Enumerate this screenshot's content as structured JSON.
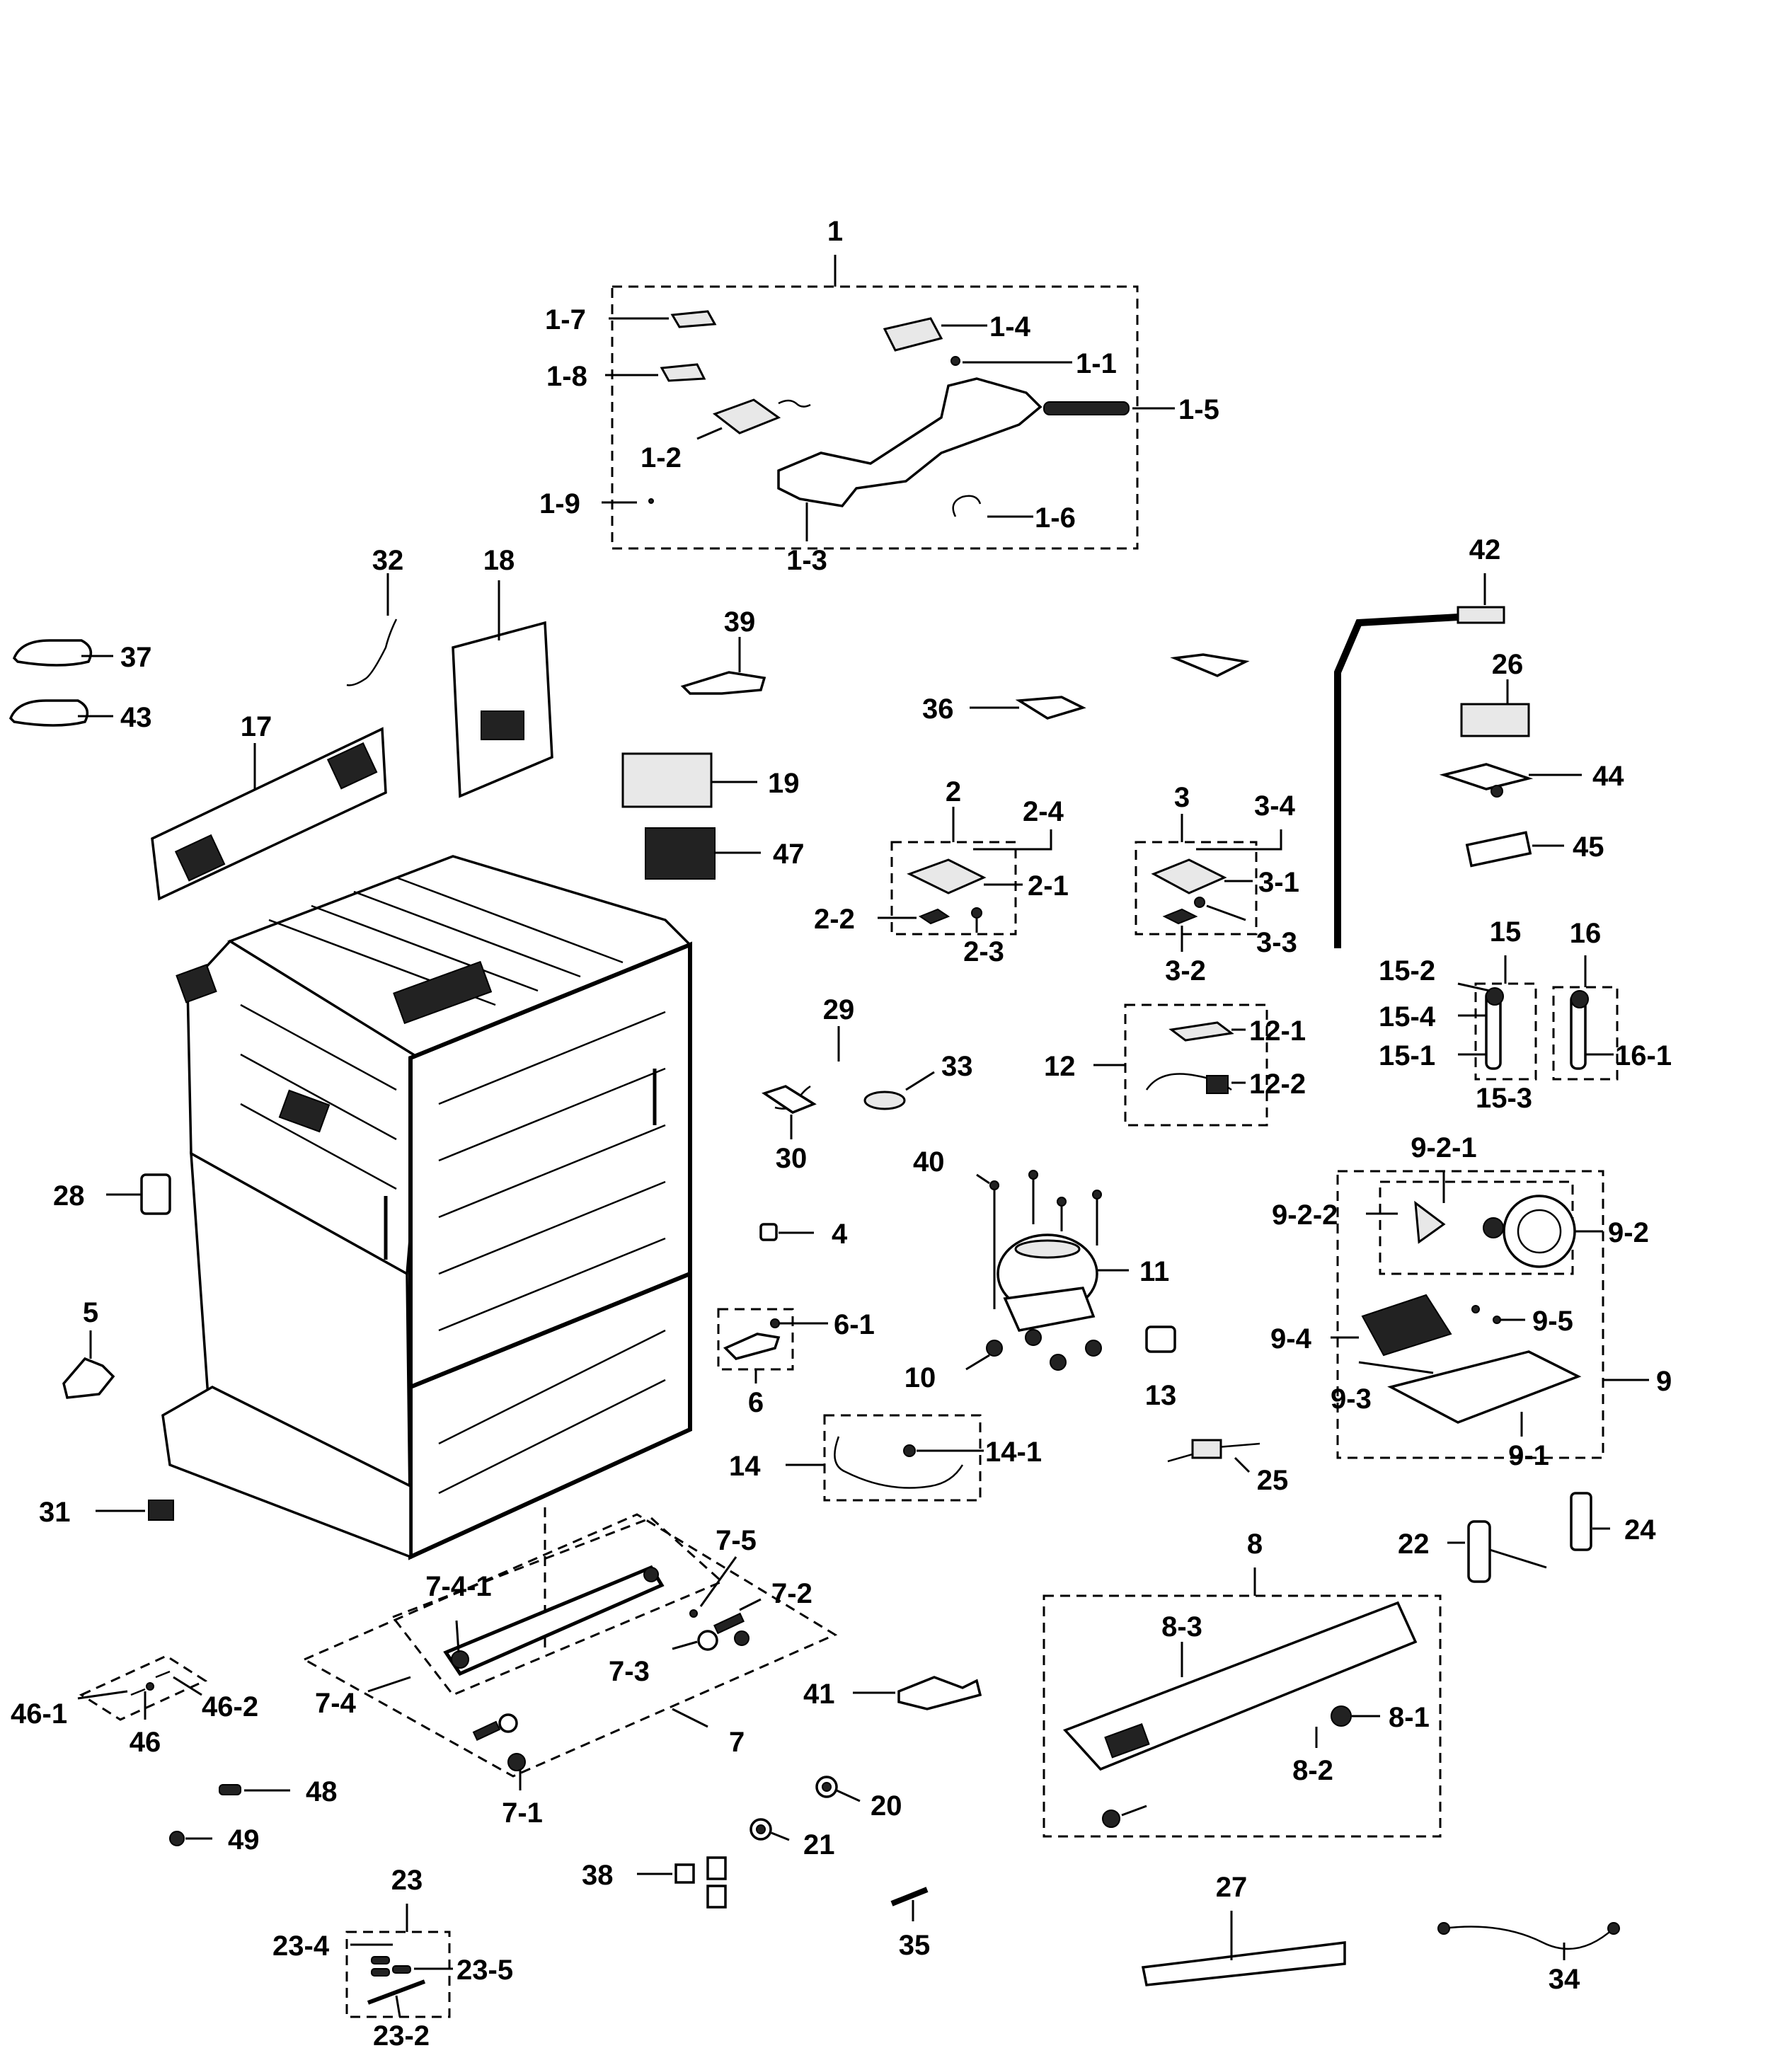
{
  "labels": {
    "l1": "1",
    "l1_1": "1-1",
    "l1_2": "1-2",
    "l1_3": "1-3",
    "l1_4": "1-4",
    "l1_5": "1-5",
    "l1_6": "1-6",
    "l1_7": "1-7",
    "l1_8": "1-8",
    "l1_9": "1-9",
    "l2": "2",
    "l2_1": "2-1",
    "l2_2": "2-2",
    "l2_3": "2-3",
    "l2_4": "2-4",
    "l3": "3",
    "l3_1": "3-1",
    "l3_2": "3-2",
    "l3_3": "3-3",
    "l3_4": "3-4",
    "l4": "4",
    "l5": "5",
    "l6": "6",
    "l6_1": "6-1",
    "l7": "7",
    "l7_1": "7-1",
    "l7_2": "7-2",
    "l7_3": "7-3",
    "l7_4": "7-4",
    "l7_4_1": "7-4-1",
    "l7_5": "7-5",
    "l8": "8",
    "l8_1": "8-1",
    "l8_2": "8-2",
    "l8_3": "8-3",
    "l9": "9",
    "l9_1": "9-1",
    "l9_2": "9-2",
    "l9_2_1": "9-2-1",
    "l9_2_2": "9-2-2",
    "l9_3": "9-3",
    "l9_4": "9-4",
    "l9_5": "9-5",
    "l10": "10",
    "l11": "11",
    "l12": "12",
    "l12_1": "12-1",
    "l12_2": "12-2",
    "l13": "13",
    "l14": "14",
    "l14_1": "14-1",
    "l15": "15",
    "l15_1": "15-1",
    "l15_2": "15-2",
    "l15_3": "15-3",
    "l15_4": "15-4",
    "l16": "16",
    "l16_1": "16-1",
    "l17": "17",
    "l18": "18",
    "l19": "19",
    "l20": "20",
    "l21": "21",
    "l22": "22",
    "l23": "23",
    "l23_2": "23-2",
    "l23_4": "23-4",
    "l23_5": "23-5",
    "l24": "24",
    "l25": "25",
    "l26": "26",
    "l27": "27",
    "l28": "28",
    "l29": "29",
    "l30": "30",
    "l31": "31",
    "l32": "32",
    "l33": "33",
    "l34": "34",
    "l35": "35",
    "l36": "36",
    "l37": "37",
    "l38": "38",
    "l39": "39",
    "l40": "40",
    "l41": "41",
    "l42": "42",
    "l43": "43",
    "l44": "44",
    "l45": "45",
    "l46": "46",
    "l46_1": "46-1",
    "l46_2": "46-2",
    "l47": "47",
    "l48": "48",
    "l49": "49"
  }
}
